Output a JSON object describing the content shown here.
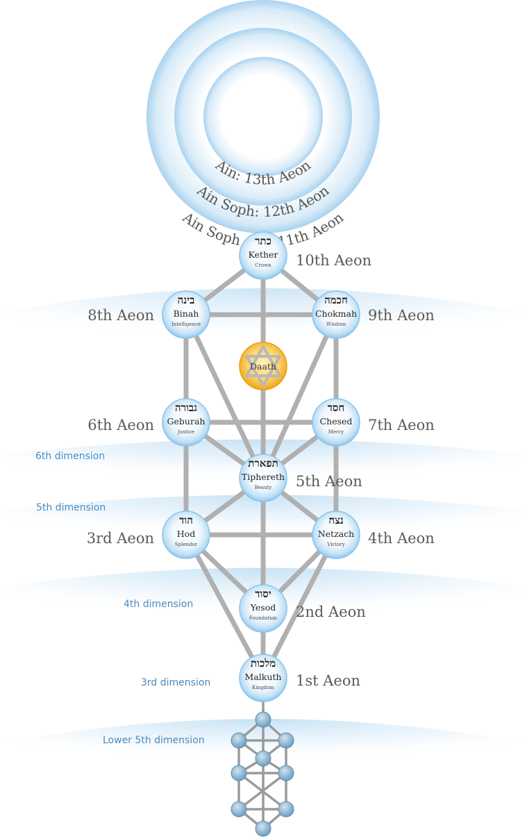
{
  "colors": {
    "path": "#b0b0b0",
    "sphere_edge": "#9fd0f0",
    "sphere_core": "#ffffff",
    "band": "#cfe6f6",
    "daath": "#f6bb2c",
    "qliphoth": "#7aa9c7",
    "dimension_text": "#4a8bbf",
    "aeon_text": "#5a5a5a"
  },
  "ain_rings": [
    {
      "label": "Ain: 13th Aeon"
    },
    {
      "label": "Ain Soph: 12th Aeon"
    },
    {
      "label": "Ain Soph Aur: 11th Aeon"
    }
  ],
  "sephiroth": [
    {
      "id": "kether",
      "hebrew": "כתר",
      "name": "Kether",
      "meaning": "Crown",
      "aeon": "10th Aeon"
    },
    {
      "id": "chokmah",
      "hebrew": "חכמה",
      "name": "Chokmah",
      "meaning": "Wisdom",
      "aeon": "9th Aeon"
    },
    {
      "id": "binah",
      "hebrew": "בינה",
      "name": "Binah",
      "meaning": "Intelligence",
      "aeon": "8th Aeon"
    },
    {
      "id": "chesed",
      "hebrew": "חסד",
      "name": "Chesed",
      "meaning": "Mercy",
      "aeon": "7th Aeon"
    },
    {
      "id": "geburah",
      "hebrew": "גבורה",
      "name": "Geburah",
      "meaning": "Justice",
      "aeon": "6th Aeon"
    },
    {
      "id": "tiphereth",
      "hebrew": "תפארת",
      "name": "Tiphereth",
      "meaning": "Beauty",
      "aeon": "5th Aeon"
    },
    {
      "id": "netzach",
      "hebrew": "נצח",
      "name": "Netzach",
      "meaning": "Victory",
      "aeon": "4th Aeon"
    },
    {
      "id": "hod",
      "hebrew": "הוד",
      "name": "Hod",
      "meaning": "Splendor",
      "aeon": "3rd Aeon"
    },
    {
      "id": "yesod",
      "hebrew": "יסוד",
      "name": "Yesod",
      "meaning": "Foundation",
      "aeon": "2nd Aeon"
    },
    {
      "id": "malkuth",
      "hebrew": "מלכות",
      "name": "Malkuth",
      "meaning": "Kingdom",
      "aeon": "1st Aeon"
    }
  ],
  "daath": {
    "name": "Daath"
  },
  "dimensions": [
    {
      "id": "6",
      "label": "6th dimension"
    },
    {
      "id": "5",
      "label": "5th dimension"
    },
    {
      "id": "4",
      "label": "4th dimension"
    },
    {
      "id": "3",
      "label": "3rd dimension"
    },
    {
      "id": "lower5",
      "label": "Lower 5th dimension"
    }
  ]
}
